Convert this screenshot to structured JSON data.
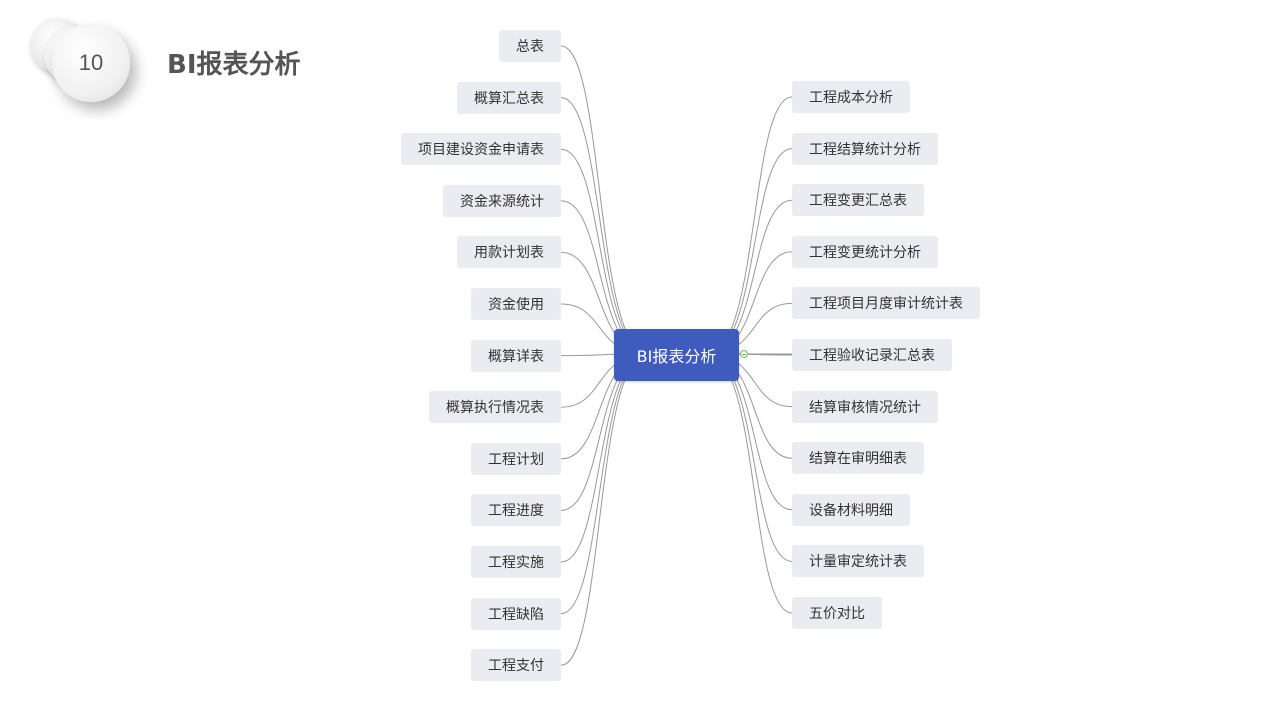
{
  "slide": {
    "number": "10",
    "title": "BI报表分析"
  },
  "mindmap": {
    "root": "BI报表分析",
    "left_branches": [
      "总表",
      "概算汇总表",
      "项目建设资金申请表",
      "资金来源统计",
      "用款计划表",
      "资金使用",
      "概算详表",
      "概算执行情况表",
      "工程计划",
      "工程进度",
      "工程实施",
      "工程缺陷",
      "工程支付"
    ],
    "right_branches": [
      "工程成本分析",
      "工程结算统计分析",
      "工程变更汇总表",
      "工程变更统计分析",
      "工程项目月度审计统计表",
      "工程验收记录汇总表",
      "结算审核情况统计",
      "结算在审明细表",
      "设备材料明细",
      "计量审定统计表",
      "五价对比"
    ]
  },
  "colors": {
    "root_fill": "#3e5bbd",
    "branch_fill": "#ebebf2",
    "connector": "#999999",
    "collapse_toggle": "#6dbb4e",
    "title_text": "#555555"
  }
}
